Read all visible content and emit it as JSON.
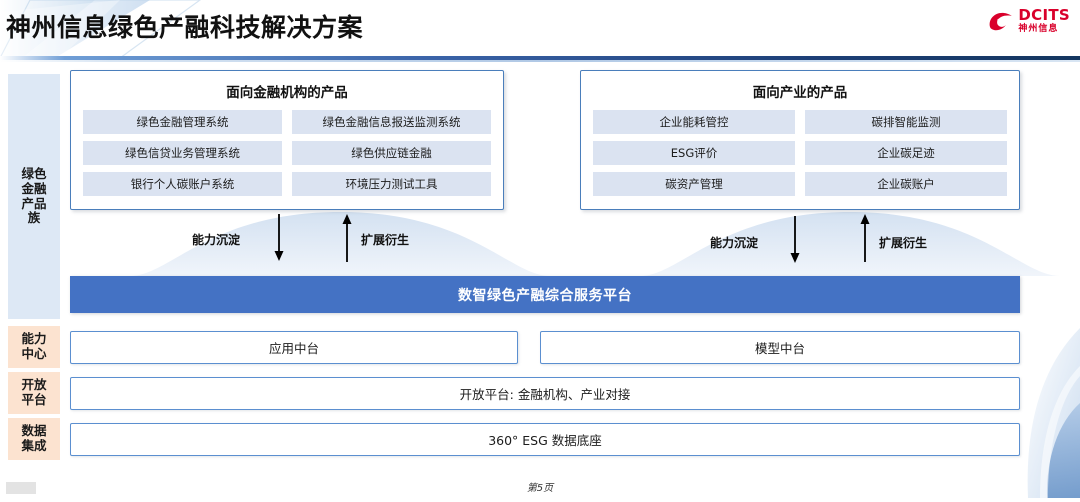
{
  "slide": {
    "title": "神州信息绿色产融科技解决方案",
    "footer": "第5页",
    "page_number": "5"
  },
  "logo": {
    "mark": "dcits-swirl-icon",
    "en": "DCITS",
    "cn": "神州信息",
    "color": "#d9002b"
  },
  "sidebar": {
    "items": [
      {
        "label": "绿色\n金融\n产品\n族",
        "lines": [
          "绿色",
          "金融",
          "产品",
          "族"
        ],
        "color": "#dde8f5"
      },
      {
        "label": "能力中心",
        "lines": [
          "能力",
          "中心"
        ],
        "color": "#fce3d0"
      },
      {
        "label": "开放平台",
        "lines": [
          "开放",
          "平台"
        ],
        "color": "#fce3d0"
      },
      {
        "label": "数据集成",
        "lines": [
          "数据",
          "集成"
        ],
        "color": "#fce3d0"
      }
    ]
  },
  "groups": [
    {
      "title": "面向金融机构的产品",
      "products": [
        "绿色金融管理系统",
        "绿色金融信息报送监测系统",
        "绿色信贷业务管理系统",
        "绿色供应链金融",
        "银行个人碳账户系统",
        "环境压力测试工具"
      ]
    },
    {
      "title": "面向产业的产品",
      "products": [
        "企业能耗管控",
        "碳排智能监测",
        "ESG评价",
        "企业碳足迹",
        "碳资产管理",
        "企业碳账户"
      ]
    }
  ],
  "flows": [
    {
      "down_label": "能力沉淀",
      "up_label": "扩展衍生"
    },
    {
      "down_label": "能力沉淀",
      "up_label": "扩展衍生"
    }
  ],
  "platform": {
    "label": "数智绿色产融综合服务平台",
    "color": "#4472c4"
  },
  "layers": {
    "capability": [
      {
        "label": "应用中台"
      },
      {
        "label": "模型中台"
      }
    ],
    "open_platform": {
      "label": "开放平台: 金融机构、产业对接"
    },
    "data_integration": {
      "label": "360° ESG 数据底座"
    }
  }
}
